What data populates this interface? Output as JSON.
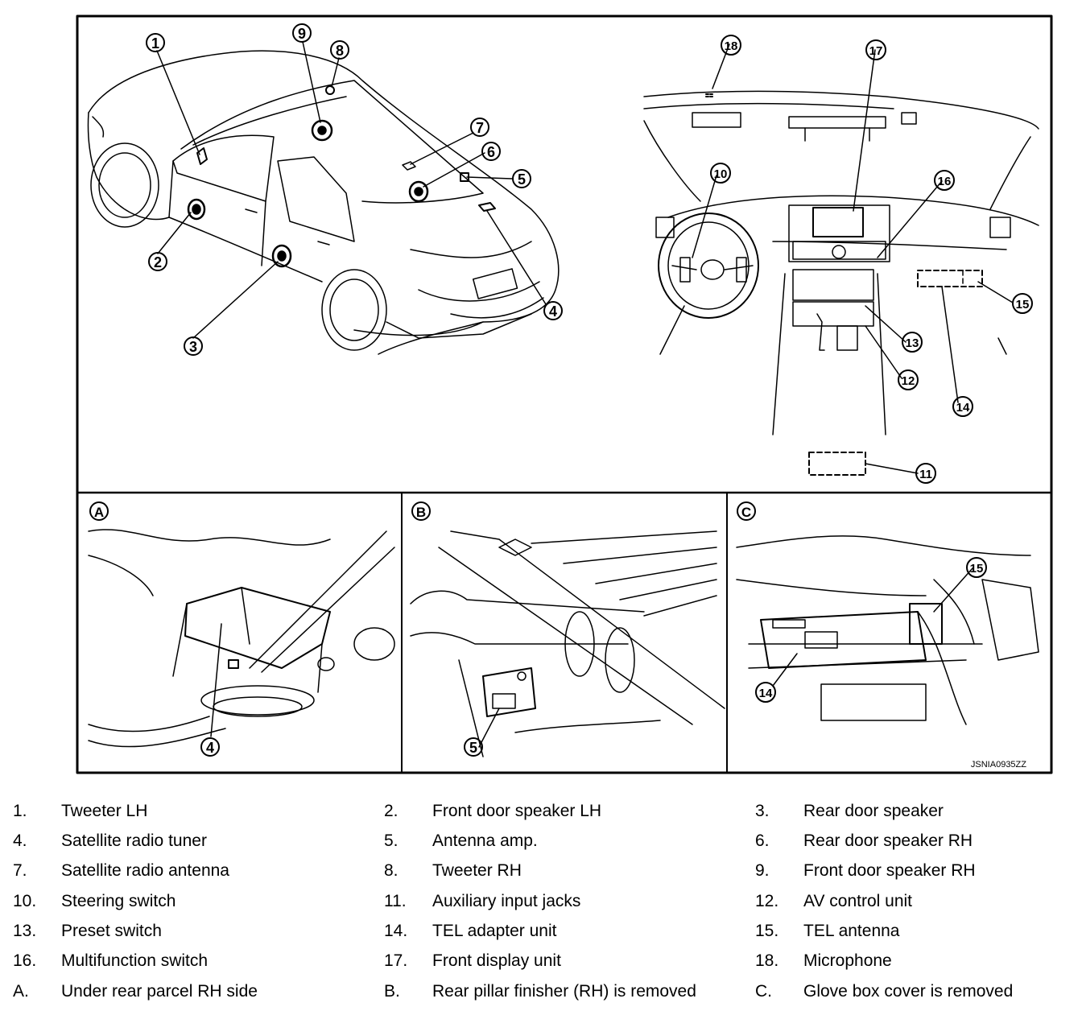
{
  "figure_code": "JSNIA0935ZZ",
  "panels": [
    {
      "label": "A"
    },
    {
      "label": "B"
    },
    {
      "label": "C"
    }
  ],
  "callouts": {
    "main_left": [
      "1",
      "2",
      "3",
      "4",
      "5",
      "6",
      "7",
      "8",
      "9"
    ],
    "main_right": [
      "10",
      "11",
      "12",
      "13",
      "14",
      "15",
      "16",
      "17",
      "18"
    ],
    "panel_a": [
      "4"
    ],
    "panel_b": [
      "5"
    ],
    "panel_c": [
      "14",
      "15"
    ]
  },
  "legend": [
    {
      "num": "1.",
      "text": "Tweeter LH"
    },
    {
      "num": "2.",
      "text": "Front door speaker LH"
    },
    {
      "num": "3.",
      "text": "Rear door speaker"
    },
    {
      "num": "4.",
      "text": "Satellite radio tuner"
    },
    {
      "num": "5.",
      "text": "Antenna amp."
    },
    {
      "num": "6.",
      "text": "Rear door speaker RH"
    },
    {
      "num": "7.",
      "text": "Satellite radio antenna"
    },
    {
      "num": "8.",
      "text": "Tweeter RH"
    },
    {
      "num": "9.",
      "text": "Front door speaker RH"
    },
    {
      "num": "10.",
      "text": "Steering switch"
    },
    {
      "num": "11.",
      "text": "Auxiliary input jacks"
    },
    {
      "num": "12.",
      "text": "AV control unit"
    },
    {
      "num": "13.",
      "text": "Preset switch"
    },
    {
      "num": "14.",
      "text": "TEL adapter unit"
    },
    {
      "num": "15.",
      "text": "TEL antenna"
    },
    {
      "num": "16.",
      "text": "Multifunction switch"
    },
    {
      "num": "17.",
      "text": "Front display unit"
    },
    {
      "num": "18.",
      "text": "Microphone"
    },
    {
      "num": "A.",
      "text": "Under rear parcel RH side"
    },
    {
      "num": "B.",
      "text": "Rear pillar finisher (RH) is removed"
    },
    {
      "num": "C.",
      "text": "Glove box cover is removed"
    }
  ]
}
